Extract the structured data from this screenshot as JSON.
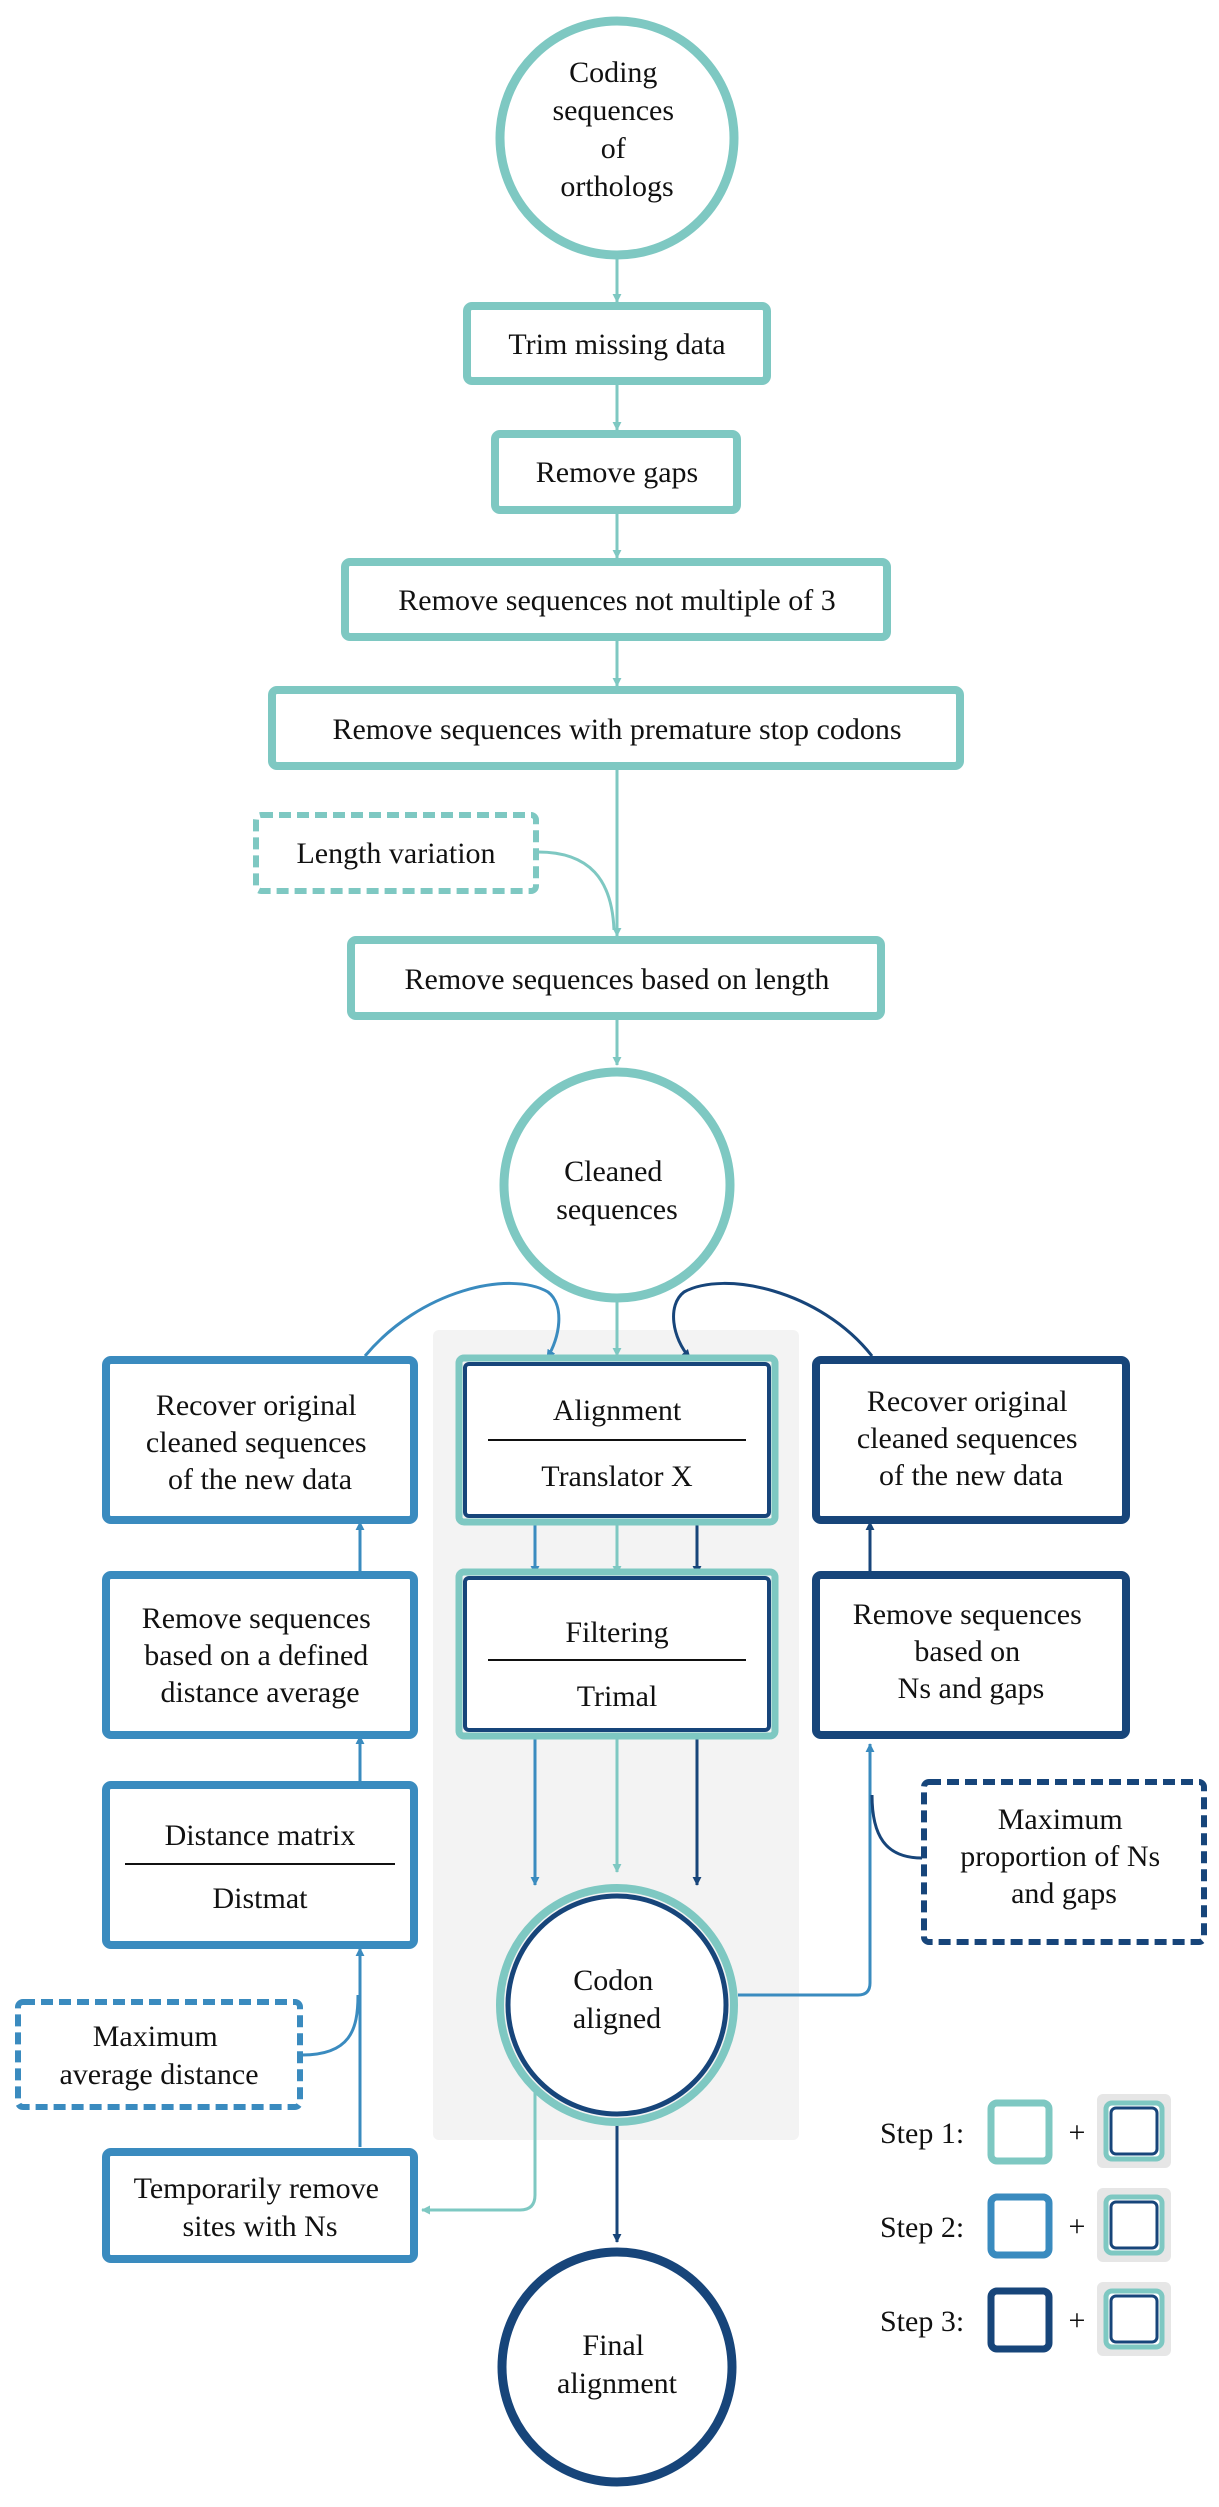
{
  "colors": {
    "step1": "#7ec8c2",
    "step2": "#3a8bbf",
    "step3": "#17457a",
    "panel": "#f3f3f3"
  },
  "nodes": {
    "coding_sequences": [
      "Coding",
      "sequences",
      "of",
      "orthologs"
    ],
    "trim_missing": "Trim missing data",
    "remove_gaps": "Remove gaps",
    "remove_not_multiple": "Remove sequences not multiple of 3",
    "remove_stop": "Remove sequences with premature stop codons",
    "length_variation": "Length variation",
    "remove_length": "Remove sequences based on length",
    "cleaned": [
      "Cleaned",
      "sequences"
    ],
    "recover_left": [
      "Recover original",
      "cleaned sequences",
      "of the new data"
    ],
    "alignment_title": "Alignment",
    "alignment_tool": "Translator X",
    "recover_right": [
      "Recover original",
      "cleaned sequences",
      "of the new data"
    ],
    "remove_distance": [
      "Remove sequences",
      "based on a defined",
      "distance average"
    ],
    "filtering_title": "Filtering",
    "filtering_tool": "Trimal",
    "remove_ns": [
      "Remove sequences",
      "based on",
      "Ns and gaps"
    ],
    "distance_title": "Distance matrix",
    "distance_tool": "Distmat",
    "max_proportion": [
      "Maximum",
      "proportion of Ns",
      "and gaps"
    ],
    "codon_aligned": [
      "Codon",
      "aligned"
    ],
    "max_avg_distance": [
      "Maximum",
      "average distance"
    ],
    "temp_remove": [
      "Temporarily remove",
      "sites with Ns"
    ],
    "final": [
      "Final",
      "alignment"
    ]
  },
  "legend": {
    "plus": "+",
    "steps": [
      "Step 1:",
      "Step 2:",
      "Step 3:"
    ]
  }
}
